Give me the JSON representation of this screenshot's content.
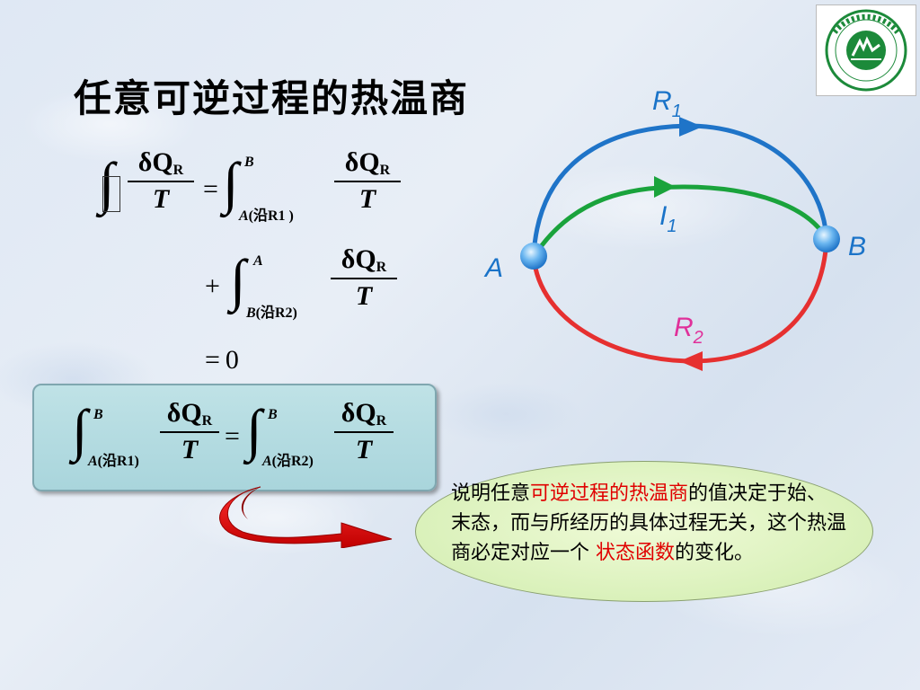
{
  "title": "任意可逆过程的热温商",
  "formula": {
    "delta_q": "δQ",
    "sub_r": "R",
    "t": "T",
    "eq": "=",
    "plus": "+",
    "zero": "0",
    "zero_eq": "=",
    "lim_b": "B",
    "lim_a": "A",
    "path_r1_paren": "(沿R1 )",
    "path_r2_paren": "(沿R2)",
    "path_r1_box": "(沿R1)",
    "path_r2_box": "(沿R2)"
  },
  "diagram": {
    "label_r1": "R",
    "label_r1_sub": "1",
    "label_i1": "I",
    "label_i1_sub": "1",
    "label_r2": "R",
    "label_r2_sub": "2",
    "label_a": "A",
    "label_b": "B",
    "colors": {
      "r1": "#1f74c8",
      "i1": "#1aa33c",
      "r2": "#e63030",
      "label": "#1a73c8",
      "label_r2": "#e0309a"
    }
  },
  "note": {
    "part1": "说明任意",
    "highlight1": "可逆过程的热温商",
    "part2": "的值决定于始、末态，而与所经历的具体过程无关，这个热温商必定对应一个 ",
    "highlight2": "状态函数",
    "part3": "的变化。"
  }
}
